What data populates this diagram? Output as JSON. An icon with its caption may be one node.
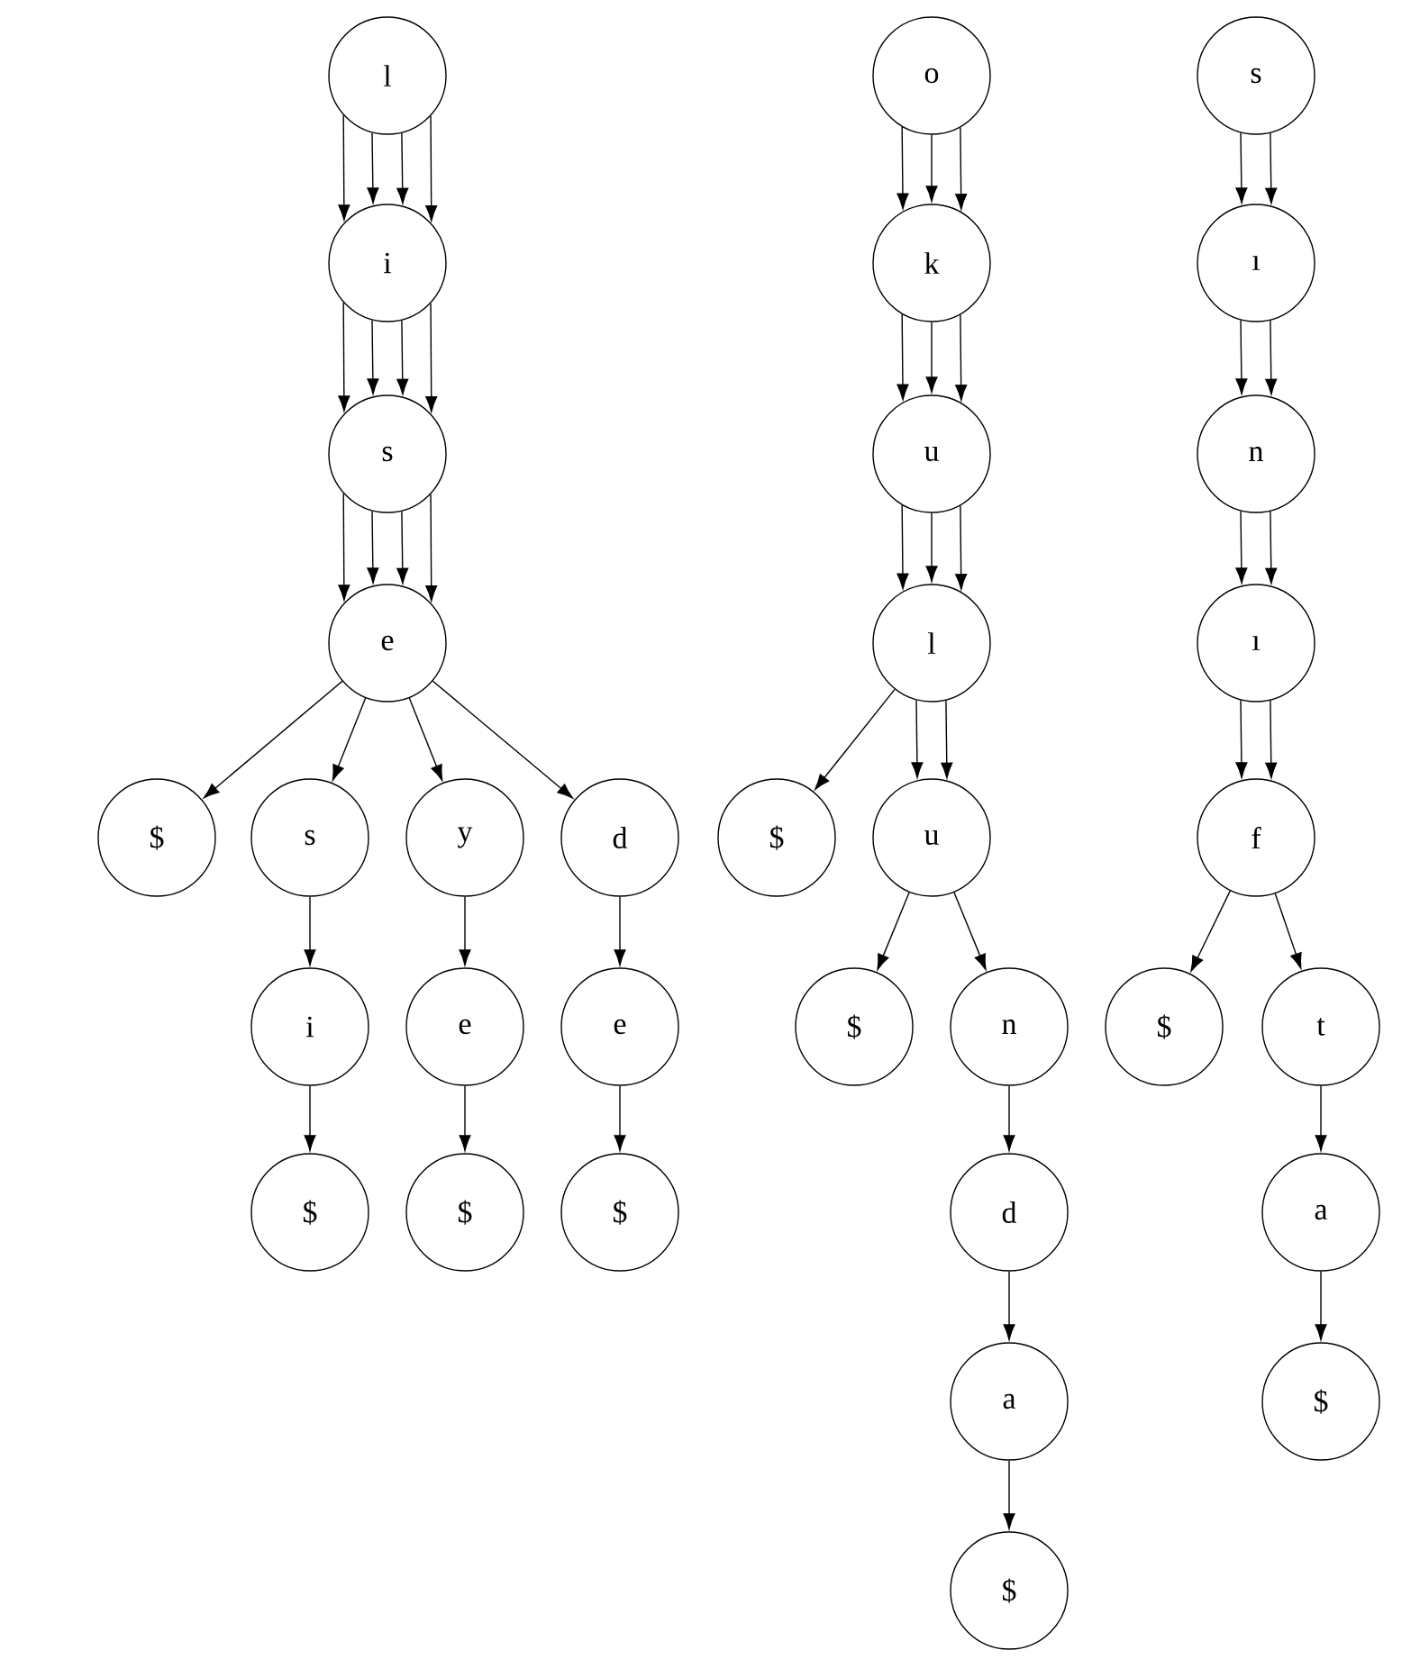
{
  "diagram": {
    "nodes": [
      {
        "text": [
          "l"
        ]
      },
      {
        "text": [
          "i"
        ]
      },
      {
        "text": [
          "s"
        ]
      },
      {
        "text": [
          "e"
        ]
      },
      {
        "text": [
          "$"
        ]
      },
      {
        "text": [
          "s"
        ]
      },
      {
        "text": [
          "y"
        ]
      },
      {
        "text": [
          "d"
        ]
      },
      {
        "text": [
          "i"
        ]
      },
      {
        "text": [
          "e"
        ]
      },
      {
        "text": [
          "e"
        ]
      },
      {
        "text": [
          "$"
        ]
      },
      {
        "text": [
          "$"
        ]
      },
      {
        "text": [
          "$"
        ]
      },
      {
        "text": [
          "o"
        ]
      },
      {
        "text": [
          "k"
        ]
      },
      {
        "text": [
          "u"
        ]
      },
      {
        "text": [
          "l"
        ]
      },
      {
        "text": [
          "$"
        ]
      },
      {
        "text": [
          "u"
        ]
      },
      {
        "text": [
          "$"
        ]
      },
      {
        "text": [
          "n"
        ]
      },
      {
        "text": [
          "d"
        ]
      },
      {
        "text": [
          "a"
        ]
      },
      {
        "text": [
          "$"
        ]
      },
      {
        "text": [
          "s"
        ]
      },
      {
        "text": [
          "ı"
        ]
      },
      {
        "text": [
          "n"
        ]
      },
      {
        "text": [
          "ı"
        ]
      },
      {
        "text": [
          "f"
        ]
      },
      {
        "text": [
          "$"
        ]
      },
      {
        "text": [
          "t"
        ]
      },
      {
        "text": [
          "a"
        ]
      },
      {
        "text": [
          "$"
        ]
      }
    ],
    "edges": [
      {
        "from": 0,
        "to": 1,
        "arrow": "to"
      },
      {
        "from": 0,
        "to": 1,
        "arrow": "to"
      },
      {
        "from": 0,
        "to": 1,
        "arrow": "to"
      },
      {
        "from": 0,
        "to": 1,
        "arrow": "to"
      },
      {
        "from": 1,
        "to": 2,
        "arrow": "to"
      },
      {
        "from": 1,
        "to": 2,
        "arrow": "to"
      },
      {
        "from": 1,
        "to": 2,
        "arrow": "to"
      },
      {
        "from": 1,
        "to": 2,
        "arrow": "to"
      },
      {
        "from": 2,
        "to": 3,
        "arrow": "to"
      },
      {
        "from": 2,
        "to": 3,
        "arrow": "to"
      },
      {
        "from": 2,
        "to": 3,
        "arrow": "to"
      },
      {
        "from": 2,
        "to": 3,
        "arrow": "to"
      },
      {
        "from": 3,
        "to": 4,
        "arrow": "to"
      },
      {
        "from": 3,
        "to": 5,
        "arrow": "to"
      },
      {
        "from": 3,
        "to": 6,
        "arrow": "to"
      },
      {
        "from": 3,
        "to": 7,
        "arrow": "to"
      },
      {
        "from": 5,
        "to": 8,
        "arrow": "to"
      },
      {
        "from": 6,
        "to": 9,
        "arrow": "to"
      },
      {
        "from": 7,
        "to": 10,
        "arrow": "to"
      },
      {
        "from": 8,
        "to": 11,
        "arrow": "to"
      },
      {
        "from": 9,
        "to": 12,
        "arrow": "to"
      },
      {
        "from": 10,
        "to": 13,
        "arrow": "to"
      },
      {
        "from": 14,
        "to": 15,
        "arrow": "to"
      },
      {
        "from": 14,
        "to": 15,
        "arrow": "to"
      },
      {
        "from": 14,
        "to": 15,
        "arrow": "to"
      },
      {
        "from": 15,
        "to": 16,
        "arrow": "to"
      },
      {
        "from": 15,
        "to": 16,
        "arrow": "to"
      },
      {
        "from": 15,
        "to": 16,
        "arrow": "to"
      },
      {
        "from": 16,
        "to": 17,
        "arrow": "to"
      },
      {
        "from": 16,
        "to": 17,
        "arrow": "to"
      },
      {
        "from": 16,
        "to": 17,
        "arrow": "to"
      },
      {
        "from": 17,
        "to": 18,
        "arrow": "to"
      },
      {
        "from": 17,
        "to": 19,
        "arrow": "to"
      },
      {
        "from": 17,
        "to": 19,
        "arrow": "to"
      },
      {
        "from": 19,
        "to": 20,
        "arrow": "to"
      },
      {
        "from": 19,
        "to": 21,
        "arrow": "to"
      },
      {
        "from": 21,
        "to": 22,
        "arrow": "to"
      },
      {
        "from": 22,
        "to": 23,
        "arrow": "to"
      },
      {
        "from": 23,
        "to": 24,
        "arrow": "to"
      },
      {
        "from": 25,
        "to": 26,
        "arrow": "to"
      },
      {
        "from": 25,
        "to": 26,
        "arrow": "to"
      },
      {
        "from": 26,
        "to": 27,
        "arrow": "to"
      },
      {
        "from": 26,
        "to": 27,
        "arrow": "to"
      },
      {
        "from": 27,
        "to": 28,
        "arrow": "to"
      },
      {
        "from": 27,
        "to": 28,
        "arrow": "to"
      },
      {
        "from": 28,
        "to": 29,
        "arrow": "to"
      },
      {
        "from": 28,
        "to": 29,
        "arrow": "to"
      },
      {
        "from": 29,
        "to": 30,
        "arrow": "to"
      },
      {
        "from": 29,
        "to": 31,
        "arrow": "to"
      },
      {
        "from": 31,
        "to": 32,
        "arrow": "to"
      },
      {
        "from": 32,
        "to": 33,
        "arrow": "to"
      }
    ]
  }
}
